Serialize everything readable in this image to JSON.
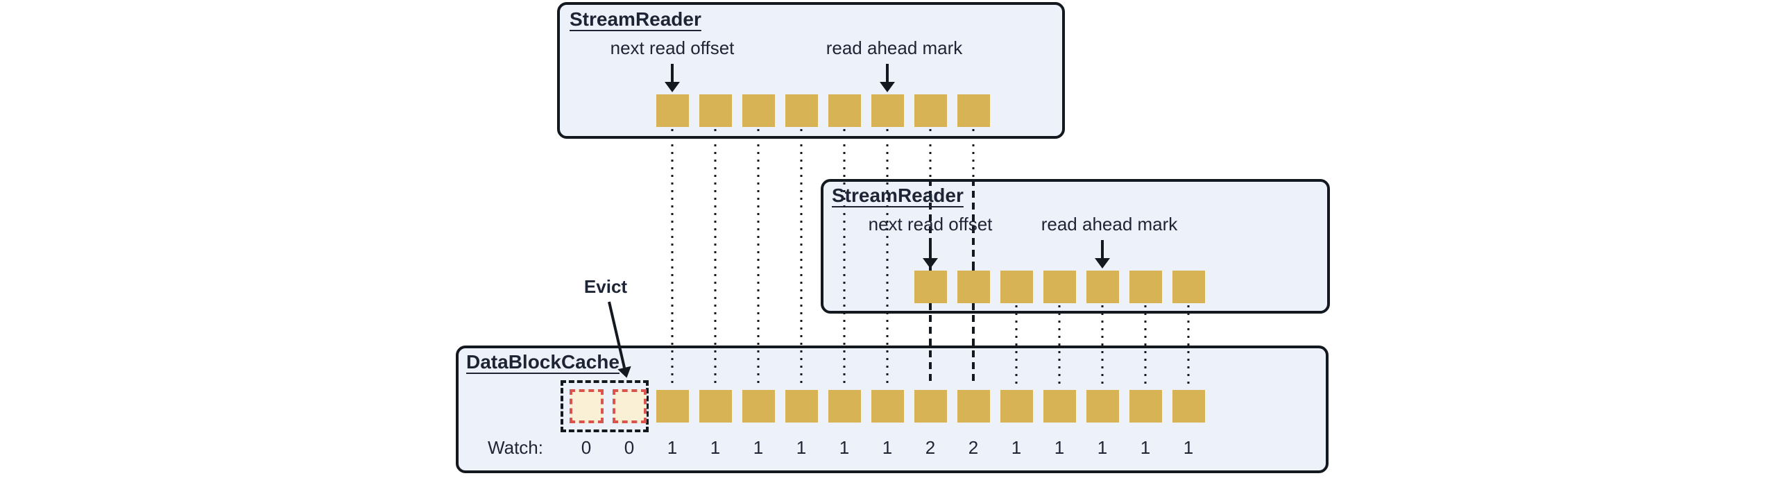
{
  "readers": [
    {
      "title": "StreamReader",
      "next_read_offset_label": "next read offset",
      "read_ahead_mark_label": "read ahead mark",
      "block_count": 8,
      "first_cache_slot": 3,
      "next_read_offset_slot": 3,
      "read_ahead_mark_slot": 8
    },
    {
      "title": "StreamReader",
      "next_read_offset_label": "next read offset",
      "read_ahead_mark_label": "read ahead mark",
      "block_count": 7,
      "first_cache_slot": 9,
      "next_read_offset_slot": 9,
      "read_ahead_mark_slot": 13
    }
  ],
  "cache": {
    "title": "DataBlockCache",
    "evict_label": "Evict",
    "evict_slot_count": 2,
    "block_slot_count": 13,
    "total_slots": 15,
    "watch_label": "Watch:",
    "watch_values": [
      0,
      0,
      1,
      1,
      1,
      1,
      1,
      1,
      2,
      2,
      1,
      1,
      1,
      1,
      1
    ]
  },
  "colors": {
    "box_fill": "#edf1fa",
    "outline": "#14181f",
    "block": "#d8b355",
    "evict_fill": "#faf0d5",
    "evict_outline": "#d9544d",
    "text": "#1d2433"
  }
}
